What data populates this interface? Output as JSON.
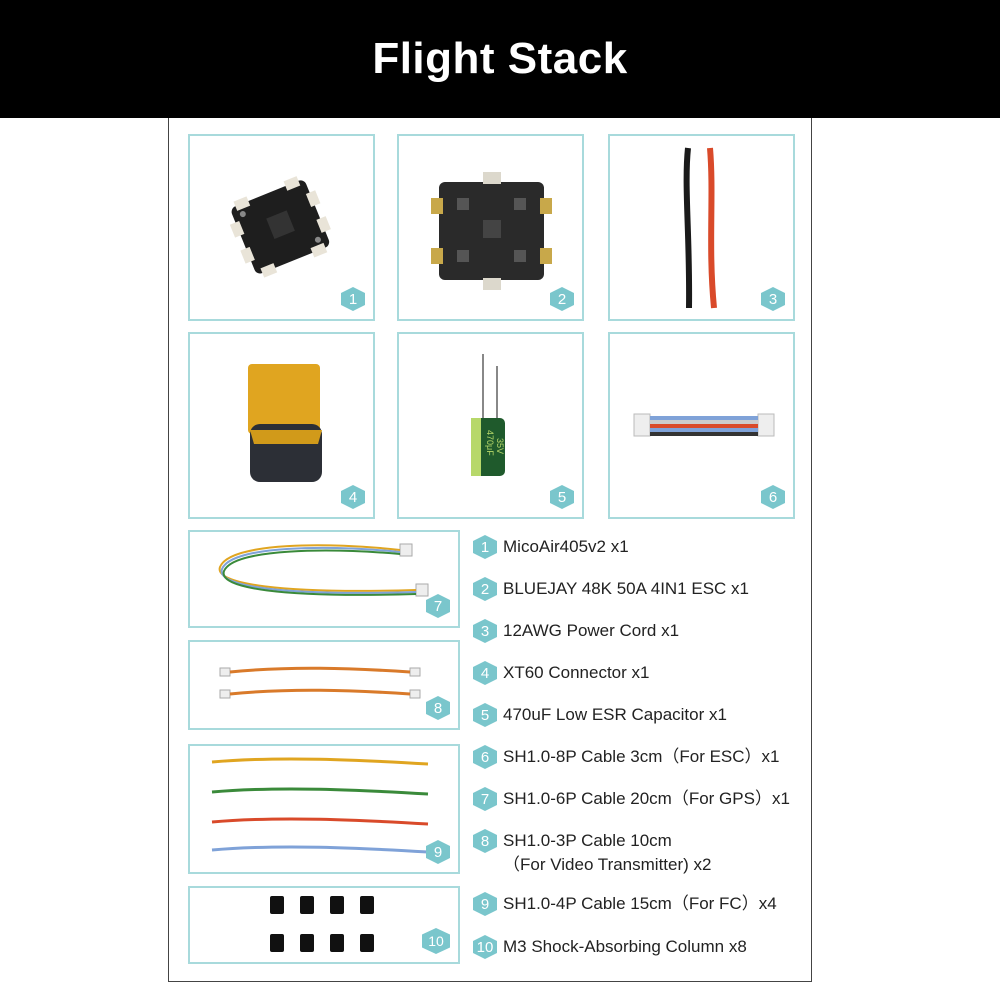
{
  "header": {
    "title": "Flight Stack"
  },
  "cells": [
    {
      "number": "1",
      "icon": "flight-controller-board"
    },
    {
      "number": "2",
      "icon": "esc-board"
    },
    {
      "number": "3",
      "icon": "power-cords"
    },
    {
      "number": "4",
      "icon": "xt60-connector"
    },
    {
      "number": "5",
      "icon": "capacitor"
    },
    {
      "number": "6",
      "icon": "esc-cable"
    },
    {
      "number": "7",
      "icon": "gps-cable"
    },
    {
      "number": "8",
      "icon": "vtx-cables"
    },
    {
      "number": "9",
      "icon": "fc-cables"
    },
    {
      "number": "10",
      "icon": "shock-columns"
    }
  ],
  "capacitor_print": {
    "line1": "470μF",
    "line2": "35V"
  },
  "items": [
    {
      "number": "1",
      "text": "MicoAir405v2 x1"
    },
    {
      "number": "2",
      "text": "BLUEJAY 48K 50A 4IN1 ESC x1"
    },
    {
      "number": "3",
      "text": "12AWG Power Cord x1"
    },
    {
      "number": "4",
      "text": "XT60 Connector x1"
    },
    {
      "number": "5",
      "text": "470uF Low ESR Capacitor x1"
    },
    {
      "number": "6",
      "text": "SH1.0-8P Cable 3cm（For ESC）x1"
    },
    {
      "number": "7",
      "text": "SH1.0-6P Cable 20cm（For GPS）x1"
    },
    {
      "number": "8",
      "text": " SH1.0-3P Cable 10cm",
      "text2": "（For Video Transmitter) x2"
    },
    {
      "number": "9",
      "text": "SH1.0-4P Cable 15cm（For FC）x4"
    },
    {
      "number": "10",
      "text": "M3 Shock-Absorbing Column x8"
    }
  ],
  "colors": {
    "accent": "#7ac6cc",
    "border": "#a8dadc",
    "header": "#000000"
  }
}
